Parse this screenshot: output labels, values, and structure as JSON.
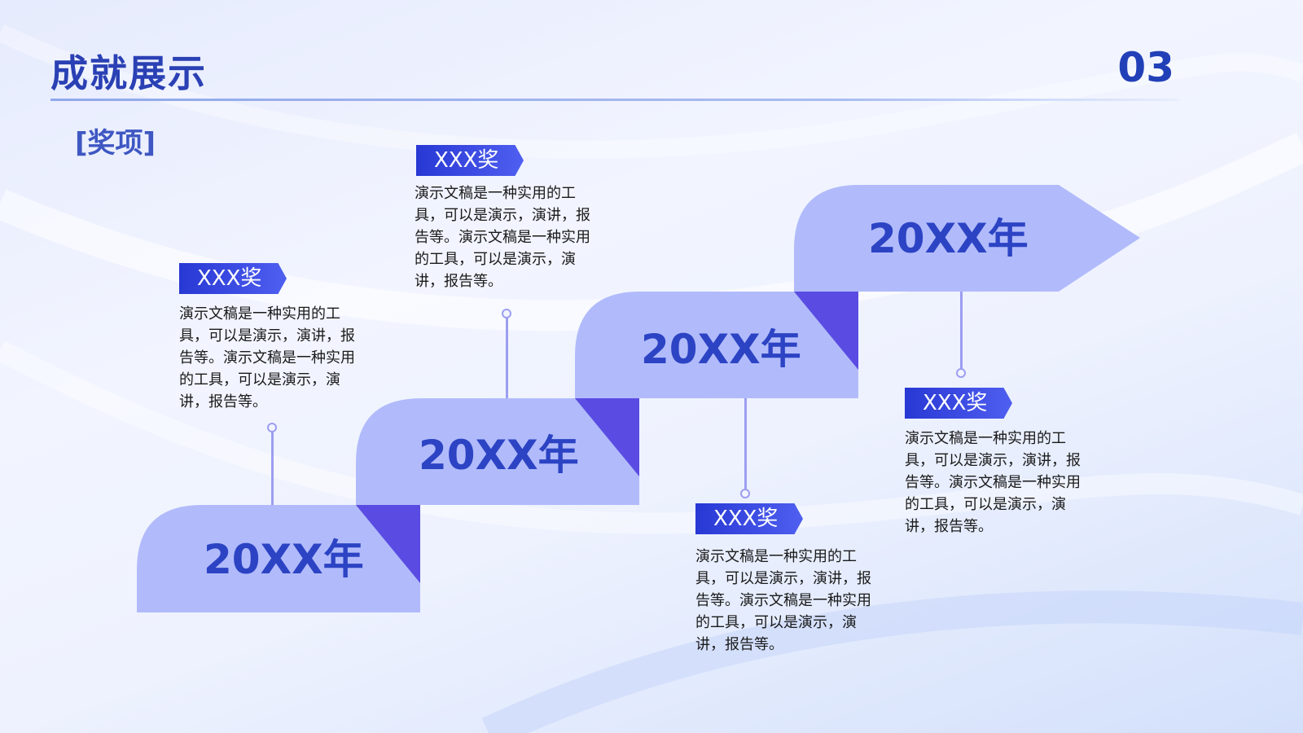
{
  "header": {
    "title": "成就展示",
    "page_number": "03",
    "subtitle": "[奖项]"
  },
  "milestones": [
    {
      "year": "20XX年",
      "award": "XXX奖",
      "description": "演示文稿是一种实用的工具，可以是演示，演讲，报告等。演示文稿是一种实用的工具，可以是演示，演讲，报告等。"
    },
    {
      "year": "20XX年",
      "award": "XXX奖",
      "description": "演示文稿是一种实用的工具，可以是演示，演讲，报告等。演示文稿是一种实用的工具，可以是演示，演讲，报告等。"
    },
    {
      "year": "20XX年",
      "award": "XXX奖",
      "description": "演示文稿是一种实用的工具，可以是演示，演讲，报告等。演示文稿是一种实用的工具，可以是演示，演讲，报告等。"
    },
    {
      "year": "20XX年",
      "award": "XXX奖",
      "description": "演示文稿是一种实用的工具，可以是演示，演讲，报告等。演示文稿是一种实用的工具，可以是演示，演讲，报告等。"
    }
  ],
  "colors": {
    "step_fill": "#b1bbfb",
    "fold": "#5a4ce2",
    "accent": "#2c43c4",
    "connector": "#9c9ef0"
  }
}
